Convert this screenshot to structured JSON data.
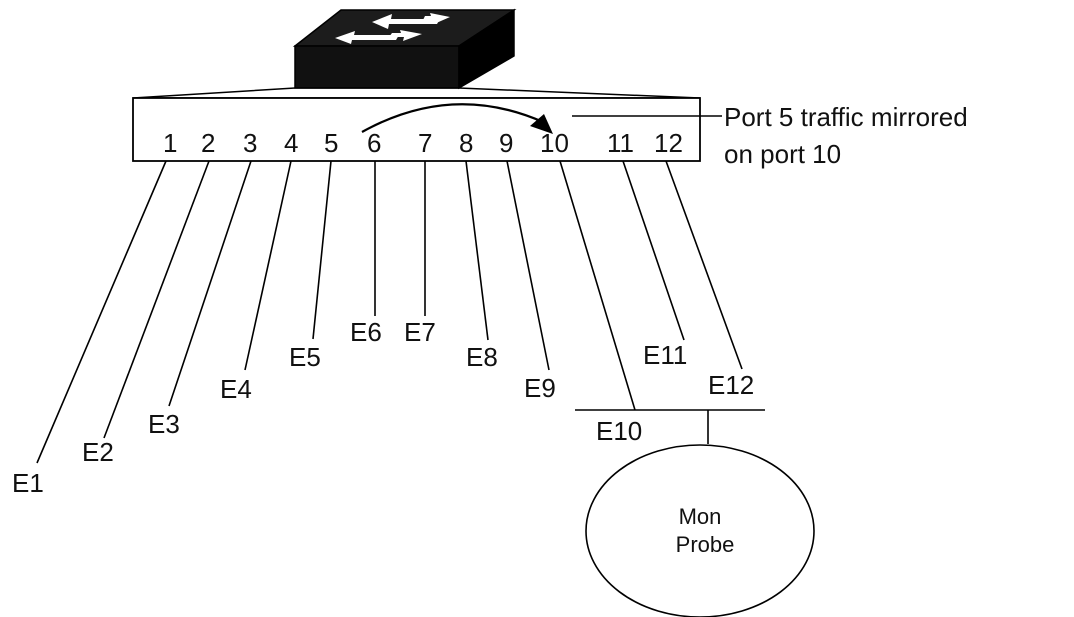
{
  "switch": {
    "ports": [
      "1",
      "2",
      "3",
      "4",
      "5",
      "6",
      "7",
      "8",
      "9",
      "10",
      "11",
      "12"
    ]
  },
  "endpoints": [
    "E1",
    "E2",
    "E3",
    "E4",
    "E5",
    "E6",
    "E7",
    "E8",
    "E9",
    "E10",
    "E11",
    "E12"
  ],
  "note": {
    "line1": "Port 5 traffic mirrored",
    "line2": "on port 10"
  },
  "probe": {
    "line1": "Mon",
    "line2": "Probe"
  },
  "colors": {
    "switch_body": "#111111",
    "switch_top": "#1c1c1c",
    "arrow_fill": "#ffffff",
    "line": "#000000",
    "background": "#ffffff"
  }
}
